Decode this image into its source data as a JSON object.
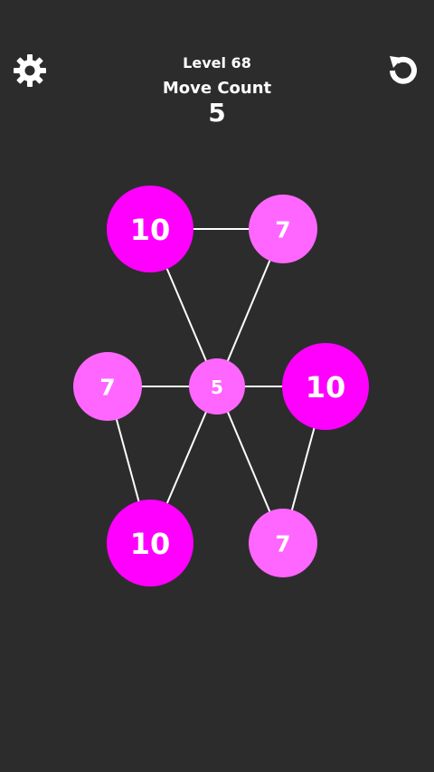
{
  "header": {
    "level_label": "Level 68",
    "move_count_label": "Move Count",
    "move_count_value": "5"
  },
  "icons": {
    "settings": "gear-icon",
    "restart": "restart-icon"
  },
  "colors": {
    "background": "#2d2c2d",
    "node_large": "#ff00ff",
    "node_small": "#ff66ff",
    "edge": "#ffffff",
    "text": "#ffffff"
  },
  "board": {
    "nodes": [
      {
        "id": "n1",
        "value": "10"
      },
      {
        "id": "n2",
        "value": "7"
      },
      {
        "id": "n3",
        "value": "7"
      },
      {
        "id": "n4",
        "value": "5"
      },
      {
        "id": "n5",
        "value": "10"
      },
      {
        "id": "n6",
        "value": "10"
      },
      {
        "id": "n7",
        "value": "7"
      }
    ],
    "edges": [
      [
        "n1",
        "n2"
      ],
      [
        "n1",
        "n4"
      ],
      [
        "n2",
        "n4"
      ],
      [
        "n3",
        "n4"
      ],
      [
        "n4",
        "n5"
      ],
      [
        "n3",
        "n6"
      ],
      [
        "n4",
        "n6"
      ],
      [
        "n4",
        "n7"
      ],
      [
        "n5",
        "n7"
      ]
    ]
  }
}
